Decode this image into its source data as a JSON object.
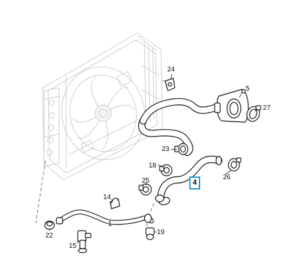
{
  "parts": {
    "p1": "1",
    "p4": "4",
    "p5": "5",
    "p14": "14",
    "p15": "15",
    "p18": "18",
    "p19": "19",
    "p22": "22",
    "p23": "23",
    "p24": "24",
    "p25": "25",
    "p26": "26",
    "p27": "27"
  },
  "highlight_color": "#2f97d6"
}
